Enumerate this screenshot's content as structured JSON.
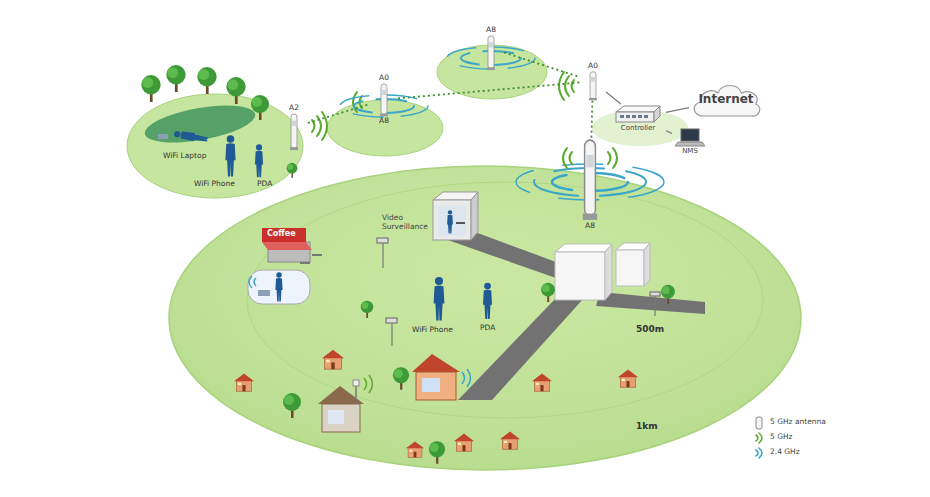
{
  "diagram": {
    "nodes": [
      {
        "text": [
          "Internet"
        ]
      },
      {
        "text": [
          "Controller"
        ]
      },
      {
        "text": [
          "NMS"
        ]
      },
      {
        "text": [
          "A0"
        ]
      },
      {
        "text": [
          "A8"
        ]
      },
      {
        "text": [
          "A0",
          "A8"
        ]
      },
      {
        "text": [
          "A2"
        ]
      },
      {
        "text": [
          "A8"
        ]
      }
    ],
    "edges": [
      {
        "from": 3,
        "to": 1,
        "arrow": "none"
      },
      {
        "from": 1,
        "to": 0,
        "arrow": "none"
      },
      {
        "from": 2,
        "to": 1,
        "arrow": "none"
      },
      {
        "from": 4,
        "to": 3,
        "arrow": "none"
      },
      {
        "from": 5,
        "to": 3,
        "arrow": "none"
      },
      {
        "from": 6,
        "to": 5,
        "arrow": "none"
      },
      {
        "from": 3,
        "to": 7,
        "arrow": "none"
      }
    ],
    "labels": [
      "WiFi Laptop",
      "WiFi Phone",
      "PDA",
      "Coffee",
      "Video Surveillance",
      "WiFi Phone",
      "PDA",
      "500m",
      "1km"
    ],
    "legend": [
      {
        "text": "5 GHz antenna"
      },
      {
        "text": "5 GHz"
      },
      {
        "text": "2.4 GHz"
      }
    ]
  }
}
